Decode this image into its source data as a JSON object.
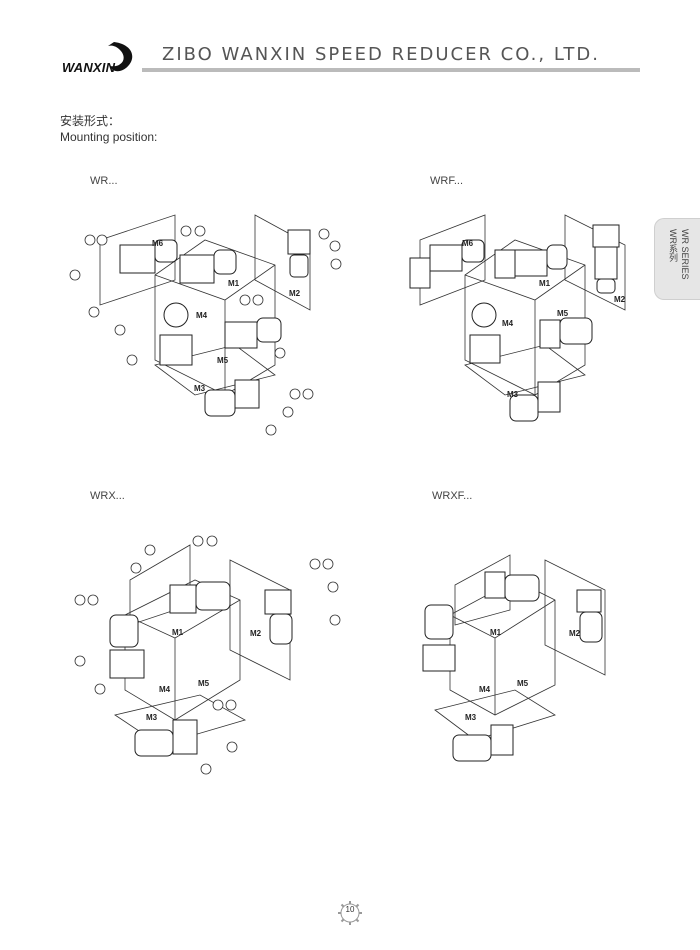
{
  "header": {
    "logo_text": "WANXIN",
    "company_name": "ZIBO WANXIN SPEED REDUCER CO., LTD."
  },
  "mounting": {
    "title_cn": "安装形式：",
    "title_en": "Mounting position:"
  },
  "side_tab": {
    "line1": "WR SERIES",
    "line2": "WR系列"
  },
  "diagrams": [
    {
      "label": "WR..."
    },
    {
      "label": "WRF..."
    },
    {
      "label": "WRX..."
    },
    {
      "label": "WRXF..."
    }
  ],
  "positions": {
    "m1": "M1",
    "m2": "M2",
    "m3": "M3",
    "m4": "M4",
    "m5": "M5",
    "m6": "M6"
  },
  "page_number": "10"
}
